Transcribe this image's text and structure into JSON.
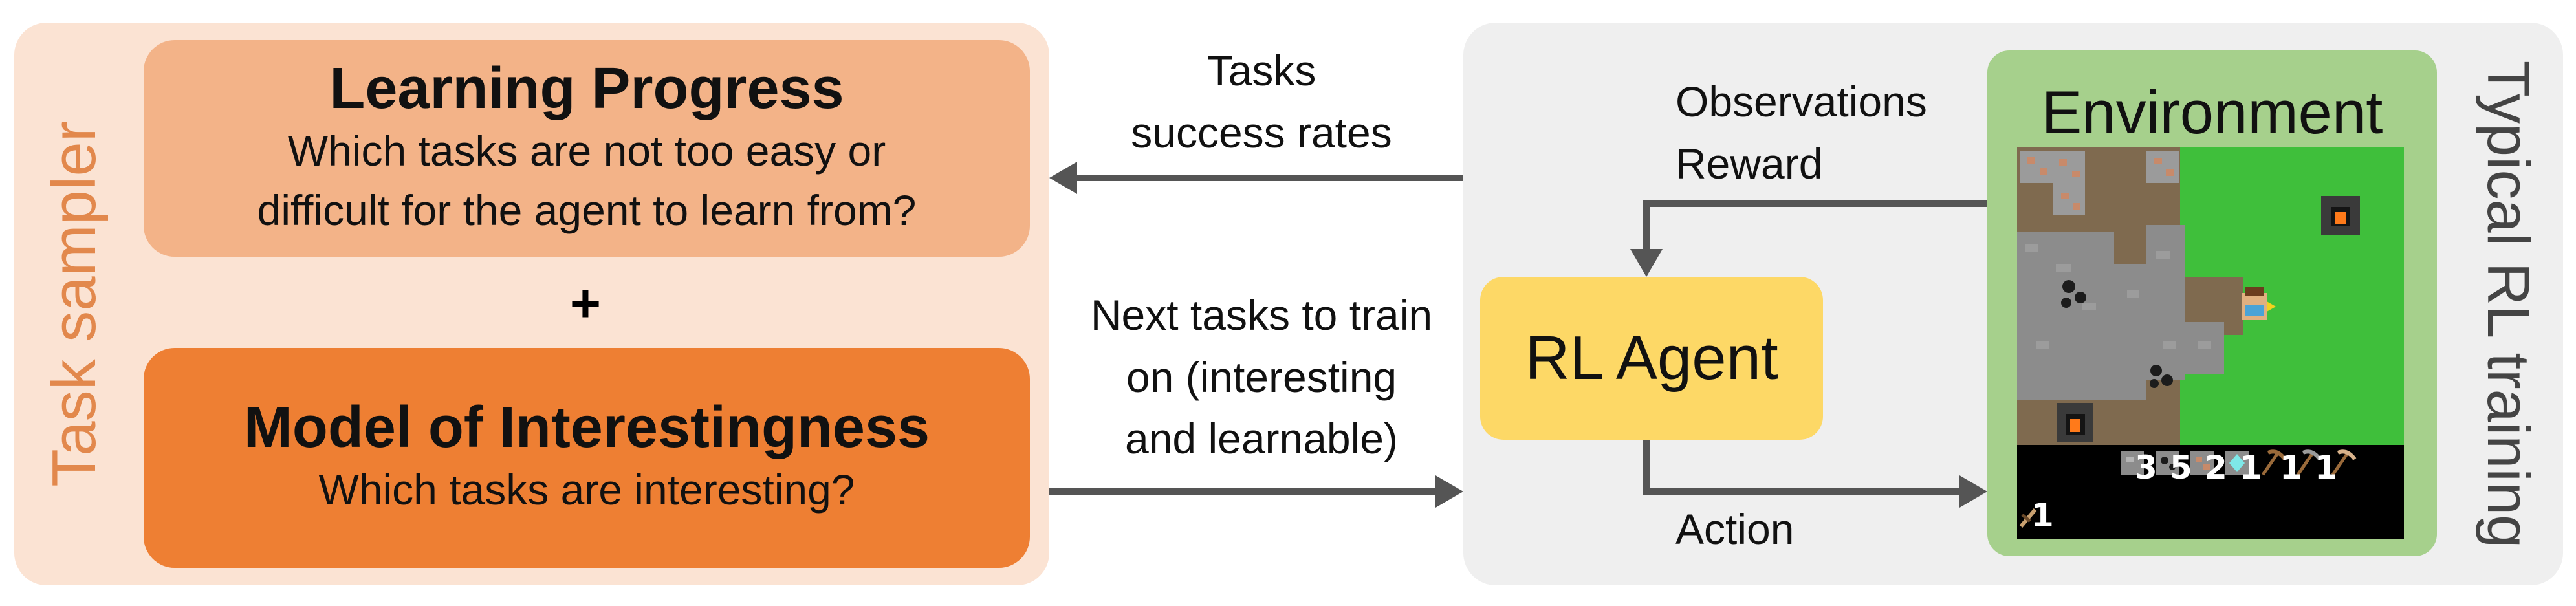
{
  "task_sampler": {
    "label": "Task sampler",
    "learning_progress": {
      "title": "Learning Progress",
      "question_line1": "Which tasks are not too easy or",
      "question_line2": "difficult for the agent to learn from?"
    },
    "plus": "+",
    "model_of_interestingness": {
      "title": "Model of Interestingness",
      "question": "Which tasks are interesting?"
    }
  },
  "arrows": {
    "feedback_line1": "Tasks",
    "feedback_line2": "success rates",
    "tasks_line1": "Next tasks to train",
    "tasks_line2": "on (interesting",
    "tasks_line3": "and learnable)"
  },
  "rl_training": {
    "label": "Typical RL training",
    "agent": "RL Agent",
    "observations": "Observations",
    "reward": "Reward",
    "action": "Action",
    "environment": {
      "title": "Environment",
      "inventory_counts": [
        "3",
        "5",
        "2",
        "1",
        "1",
        "1"
      ],
      "inventory_count_bottom": "1"
    }
  },
  "colors": {
    "sampler_bg": "#fbe3d3",
    "learning_progress": "#f3b388",
    "interestingness": "#ee7f33",
    "sampler_label": "#e2884c",
    "rl_bg": "#efefef",
    "agent": "#fdd866",
    "environment": "#a6d08c",
    "arrow": "#555555"
  }
}
